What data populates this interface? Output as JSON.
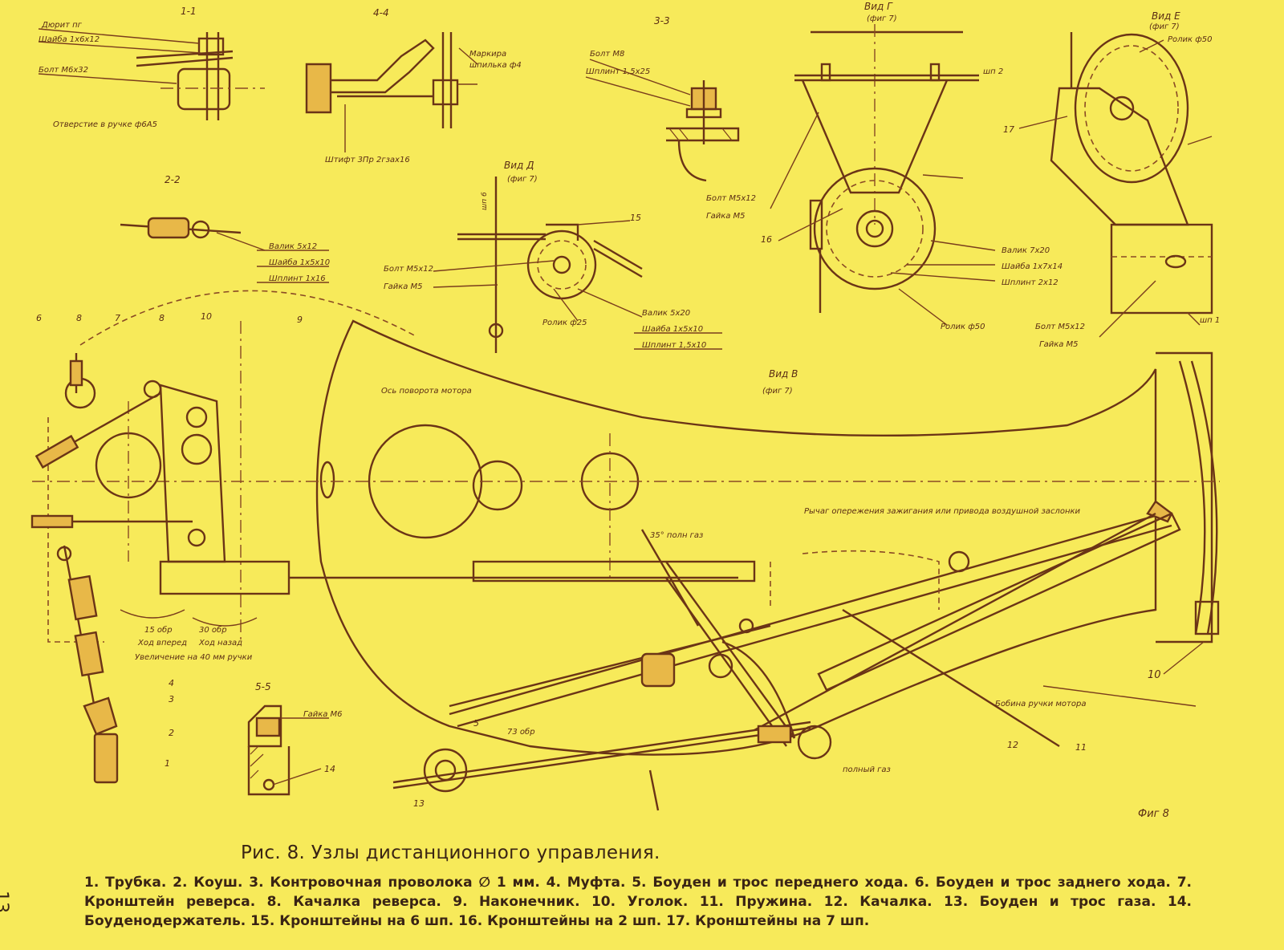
{
  "figure": {
    "caption": "Рис. 8. Узлы дистанционного управления.",
    "legend": "1. Трубка. 2. Коуш. 3. Контровочная проволока ∅ 1 мм. 4. Муфта. 5. Боуден и трос переднего хода. 6. Боуден и трос заднего хода. 7. Кронштейн реверса. 8. Качалка реверса. 9. Наконечник. 10. Уголок. 11. Пружина. 12. Качалка. 13. Боуден и трос газа. 14. Боуденодержатель. 15. Кронштейны на 6 шп. 16. Кронштейны на 2 шп. 17. Кронштейны на 7 шп.",
    "page_number": "13",
    "fig_mark": "Фиг 8"
  },
  "sections": {
    "s11": "1-1",
    "s44": "4-4",
    "s33": "3-3",
    "s22": "2-2",
    "s55": "5-5",
    "vid_g": "Вид Г",
    "vid_g_ref": "(фиг 7)",
    "vid_e": "Вид Е",
    "vid_e_ref": "(фиг 7)",
    "vid_d": "Вид Д",
    "vid_d_ref": "(фиг 7)",
    "vid_v": "Вид В",
    "vid_v_ref": "(фиг 7)"
  },
  "labels": {
    "s11_a": "Дюрит пг",
    "s11_b": "Шайба 1х6х12",
    "s11_c": "Болт М6х32",
    "s11_d": "Отверстие в ручке ф6А5",
    "s44_a": "Маркира",
    "s44_b": "шпилька ф4",
    "s44_c": "Штифт 3Пр 2гзах16",
    "s33_a": "Болт М8",
    "s33_b": "Шплинт 1,5х25",
    "g_a": "Болт М5х12",
    "g_b": "Гайка М5",
    "g_c": "Валик 7х20",
    "g_d": "Шайба 1х7х14",
    "g_e": "Шплинт 2х12",
    "g_f": "Ролик ф50",
    "g_g": "шп 2",
    "e_a": "Ролик ф50",
    "e_b": "Болт М5х12",
    "e_c": "Гайка М5",
    "e_d": "шп 1",
    "s22_a": "Валик 5х12",
    "s22_b": "Шайба 1х5х10",
    "s22_c": "Шплинт 1х16",
    "d_a": "Болт М5х12",
    "d_b": "Гайка М5",
    "d_c": "Валик 5х20",
    "d_d": "Шайба 1х5х10",
    "d_e": "Шплинт 1,5х10",
    "d_f": "Ролик ф25",
    "d_g": "шп 6",
    "v_a": "Ось поворота мотора",
    "v_b": "Рычаг опережения зажигания или привода воздушной заслонки",
    "v_c": "Бобина ручки мотора",
    "v_d": "35° полн газ",
    "v_e": "полный газ",
    "v_f": "15 обр",
    "v_g": "30 обр",
    "v_h": "Ход вперед",
    "v_i": "Ход назад",
    "v_j": "Увеличение на 40 мм ручки",
    "v_k": "73 обр",
    "v_l": "Гайка М6",
    "n1": "1",
    "n2": "2",
    "n3": "3",
    "n4": "4",
    "n5": "5",
    "n6": "6",
    "n7": "7",
    "n8": "8",
    "n9": "9",
    "n10": "10",
    "n11": "11",
    "n12": "12",
    "n13": "13",
    "n14": "14",
    "n15": "15",
    "n16": "16",
    "n17": "17"
  },
  "colors": {
    "paper": "#f7ea5a",
    "ink": "#6b3416",
    "text": "#3a2414"
  }
}
